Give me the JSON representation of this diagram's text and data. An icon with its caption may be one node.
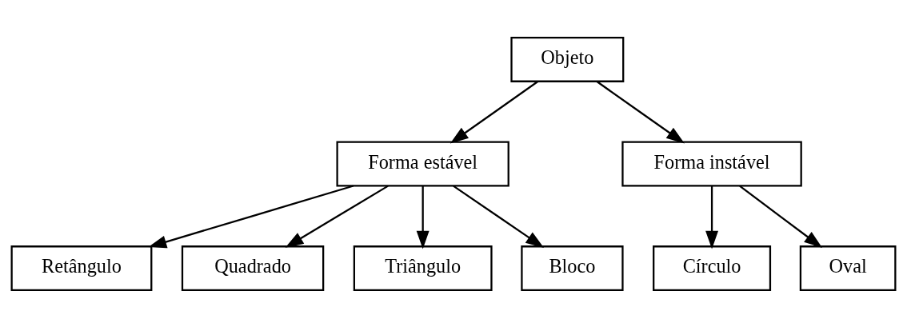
{
  "diagram": {
    "nodes": [
      {
        "text": [
          "Objeto"
        ]
      },
      {
        "text": [
          "Forma estável"
        ]
      },
      {
        "text": [
          "Forma instável"
        ]
      },
      {
        "text": [
          "Retângulo"
        ]
      },
      {
        "text": [
          "Quadrado"
        ]
      },
      {
        "text": [
          "Triângulo"
        ]
      },
      {
        "text": [
          "Bloco"
        ]
      },
      {
        "text": [
          "Círculo"
        ]
      },
      {
        "text": [
          "Oval"
        ]
      }
    ],
    "edges": [
      {
        "from": 0,
        "to": 1,
        "arrow": "to"
      },
      {
        "from": 0,
        "to": 2,
        "arrow": "to"
      },
      {
        "from": 1,
        "to": 3,
        "arrow": "to"
      },
      {
        "from": 1,
        "to": 4,
        "arrow": "to"
      },
      {
        "from": 1,
        "to": 5,
        "arrow": "to"
      },
      {
        "from": 1,
        "to": 6,
        "arrow": "to"
      },
      {
        "from": 2,
        "to": 7,
        "arrow": "to"
      },
      {
        "from": 2,
        "to": 8,
        "arrow": "to"
      }
    ]
  }
}
